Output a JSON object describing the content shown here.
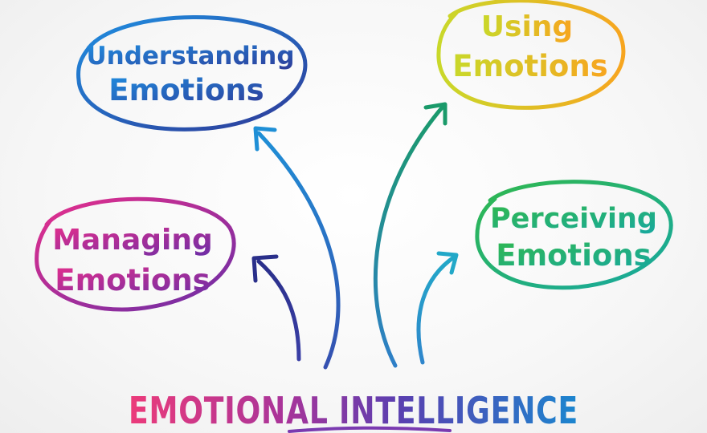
{
  "title": "EMOTIONAL INTELLIGENCE",
  "nodes": [
    {
      "id": "understanding",
      "line1": "Understanding",
      "line2": "Emotions"
    },
    {
      "id": "using",
      "line1": "Using",
      "line2": "Emotions"
    },
    {
      "id": "managing",
      "line1": "Managing",
      "line2": "Emotions"
    },
    {
      "id": "perceiving",
      "line1": "Perceiving",
      "line2": "Emotions"
    }
  ],
  "colors": {
    "understanding": [
      "#1d6fd0",
      "#2a3d9c"
    ],
    "using": [
      "#d3d92a",
      "#f5a623"
    ],
    "managing": [
      "#e0338f",
      "#6a2fa8"
    ],
    "perceiving": [
      "#2db35a",
      "#19a79a"
    ],
    "title_start": "#e8357f",
    "title_end": "#1d7fc9"
  }
}
